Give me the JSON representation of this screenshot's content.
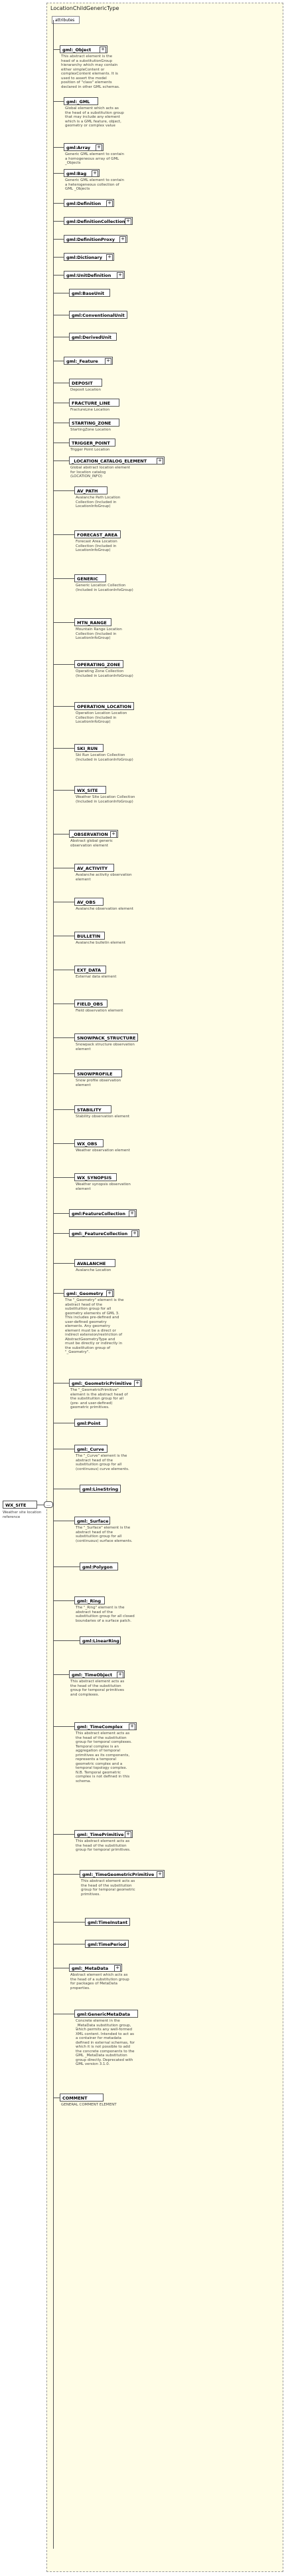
{
  "title": "LocationChildGenericType",
  "attributes_label": "attributes",
  "root": {
    "name": "WX_SITE",
    "description": "Weather site location reference"
  },
  "elements": [
    {
      "name": "gml:_Object",
      "desc": "This abstract element is the head of a substitutionGroup hierararchy which may contain either simpleContent or complexContent elements. It is used to assert the model position of \"class\" elements declared in other GML schemas."
    },
    {
      "name": "gml:_GML",
      "desc": "Global element which acts as the head of a substitution group that may include any element which is a GML feature, object, geometry or complex value"
    },
    {
      "name": "gml:Array",
      "desc": "Generic GML element to contain a homogeneous array of GML _Objects"
    },
    {
      "name": "gml:Bag",
      "desc": "Generic GML element to contain a heterogeneous collection of GML _Objects"
    },
    {
      "name": "gml:Definition",
      "desc": ""
    },
    {
      "name": "gml:DefinitionCollection",
      "desc": ""
    },
    {
      "name": "gml:DefinitionProxy",
      "desc": ""
    },
    {
      "name": "gml:Dictionary",
      "desc": ""
    },
    {
      "name": "gml:UnitDefinition",
      "desc": ""
    },
    {
      "name": "gml:BaseUnit",
      "desc": ""
    },
    {
      "name": "gml:ConventionalUnit",
      "desc": ""
    },
    {
      "name": "gml:DerivedUnit",
      "desc": ""
    },
    {
      "name": "gml:_Feature",
      "desc": ""
    },
    {
      "name": "DEPOSIT",
      "desc": "Deposit Location"
    },
    {
      "name": "FRACTURE_LINE",
      "desc": "FractureLine Location"
    },
    {
      "name": "STARTING_ZONE",
      "desc": "StartingZone Location"
    },
    {
      "name": "TRIGGER_POINT",
      "desc": "Trigger Point Location"
    },
    {
      "name": "_LOCATION_CATALOG_ELEMENT",
      "desc": "Global abstract location element for location catalog (LOCATION_INFO)"
    },
    {
      "name": "AV_PATH",
      "desc": "Avalanche Path Location Collection (Included in LocationInfoGroup)"
    },
    {
      "name": "FORECAST_AREA",
      "desc": "Forecast Area Location Collection (Included in LocationInfoGroup)"
    },
    {
      "name": "GENERIC",
      "desc": "Generic Location Collection (Included in LocationInfoGroup)"
    },
    {
      "name": "MTN_RANGE",
      "desc": "Mountain Range Location Collection (Included in LocationInfoGroup)"
    },
    {
      "name": "OPERATING_ZONE",
      "desc": "Operating Zone Collection (Included in LocationInfoGroup)"
    },
    {
      "name": "OPERATION_LOCATION",
      "desc": "Operation Location Location Collection (Included in LocationInfoGroup)"
    },
    {
      "name": "SKI_RUN",
      "desc": "Ski Run Location Collection (Included in LocationInfoGroup)"
    },
    {
      "name": "WX_SITE",
      "desc": "Weather Site Location Collection (Included in LocationInfoGroup)"
    },
    {
      "name": "_OBSERVATION",
      "desc": "Abstract global generic observation element"
    },
    {
      "name": "AV_ACTIVITY",
      "desc": "Avalanche activity observation element"
    },
    {
      "name": "AV_OBS",
      "desc": "Avalanche observation element"
    },
    {
      "name": "BULLETIN",
      "desc": "Avalanche bulletin element"
    },
    {
      "name": "EXT_DATA",
      "desc": "External data element"
    },
    {
      "name": "FIELD_OBS",
      "desc": "Field observation element"
    },
    {
      "name": "SNOWPACK_STRUCTURE",
      "desc": "Snowpack structure observation element"
    },
    {
      "name": "SNOWPROFILE",
      "desc": "Snow profile observation element"
    },
    {
      "name": "STABILITY",
      "desc": "Stability observation element"
    },
    {
      "name": "WX_OBS",
      "desc": "Weather observation element"
    },
    {
      "name": "WX_SYNOPSIS",
      "desc": "Weather synopsis observation element"
    },
    {
      "name": "gml:FeatureCollection",
      "desc": ""
    },
    {
      "name": "gml:_FeatureCollection",
      "desc": ""
    },
    {
      "name": "AVALANCHE",
      "desc": "Avalanche Location"
    },
    {
      "name": "gml:_Geometry",
      "desc": "The \"_Geometry\" element is the abstract head of the substituition group for all geometry elements of GML 3. This includes pre-defined and user-defined geometry elements. Any geometry element must be a direct or indirect extension/restriction of AbstractGeometryType and must be directly or indirectly in the substitution group of \"_Geometry\"."
    },
    {
      "name": "gml:_GeometricPrimitive",
      "desc": "The \"_GeometricPrimitive\" element is the abstract head of the substituition group for all (pre- and user-defined) geometric primitives."
    },
    {
      "name": "gml:Point",
      "desc": ""
    },
    {
      "name": "gml:_Curve",
      "desc": "The \"_Curve\" element is the abstract head of the substituition group for all (continuous) curve elements."
    },
    {
      "name": "gml:LineString",
      "desc": ""
    },
    {
      "name": "gml:_Surface",
      "desc": "The \"_Surface\" element is the abstract head of the substituition group for all (continuous) surface elements."
    },
    {
      "name": "gml:Polygon",
      "desc": ""
    },
    {
      "name": "gml:_Ring",
      "desc": "The \"_Ring\" element is the abstract head of the substituition group for all closed boundaries of a surface patch."
    },
    {
      "name": "gml:LinearRing",
      "desc": ""
    },
    {
      "name": "gml:_TimeObject",
      "desc": "This abstract element acts as the head of the substitution group for temporal primitives and complexes."
    },
    {
      "name": "gml:_TimeComplex",
      "desc": "This abstract element acts as the head of the substitution group for temporal complexes. Temporal complex is an aggregation of temporal primitives as its components, represents a temporal geometric complex and a temporal topology complex. N.B. Temporal geometric complex is not defined in this schema."
    },
    {
      "name": "gml:_TimePrimitive",
      "desc": "This abstract element acts as the head of the substitution group for temporal primitives."
    },
    {
      "name": "gml:_TimeGeometricPrimitive",
      "desc": "This abstract element acts as the head of the substitution group for temporal geometric primitives."
    },
    {
      "name": "gml:TimeInstant",
      "desc": ""
    },
    {
      "name": "gml:TimePeriod",
      "desc": ""
    },
    {
      "name": "gml:_MetaData",
      "desc": "Abstract element which acts as the head of a substitution group for packages of MetaData properties."
    },
    {
      "name": "gml:GenericMetaData",
      "desc": "Concrete element in the _MetaData substitution group, which permits any well-formed XML content. Intended to act as a container for metadata defined in external schemas, for which it is not possible to add the concrete components to the GML _MetaData substitution group directly. Deprecated with GML version 3.1.0."
    },
    {
      "name": "COMMENT",
      "desc": "GENERAL COMMENT ELEMENT"
    }
  ]
}
